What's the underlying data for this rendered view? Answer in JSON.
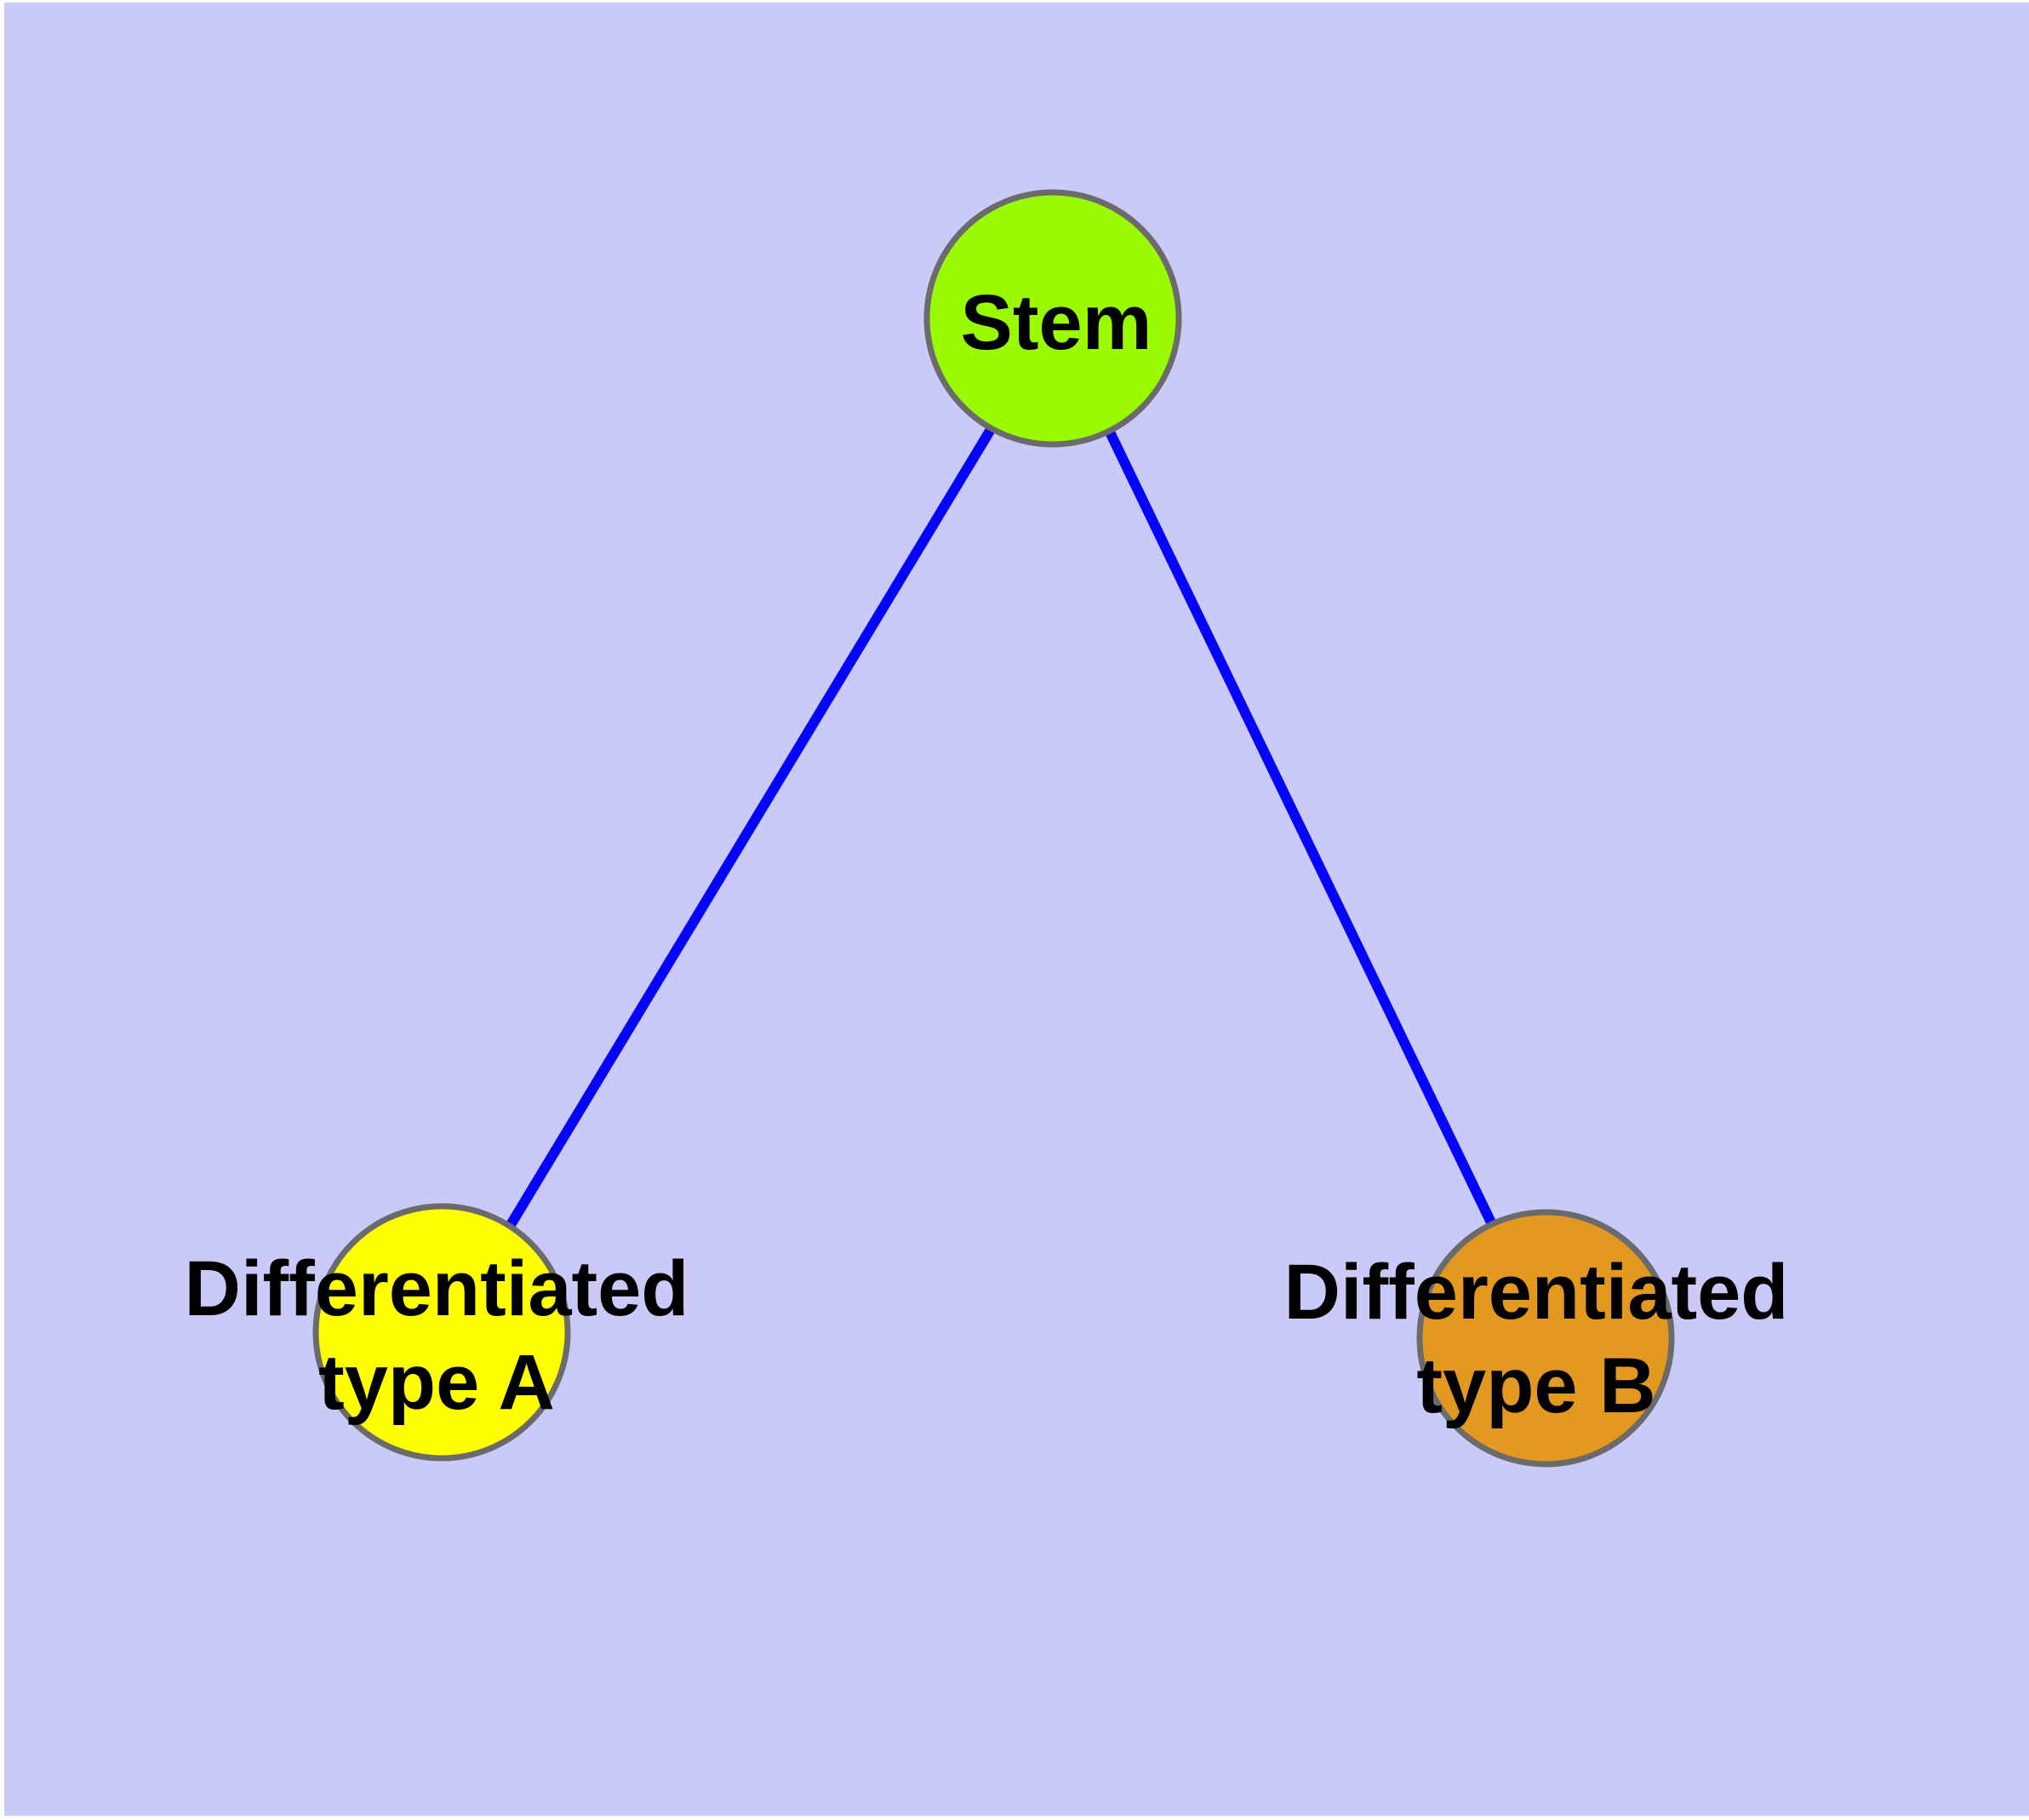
{
  "figure": {
    "type": "node-link-diagram",
    "background_color": "#CACAF8",
    "page_margin_color": "#FFFFFF",
    "edge_color": "#0404FD",
    "node_border_color": "#6B6B6B",
    "label_text_color": "#000000",
    "nodes": [
      {
        "id": "stem",
        "label": "Stem",
        "line1": "Stem",
        "fill": "#9AFB00"
      },
      {
        "id": "differentiated-type-a",
        "label": "Differentiated type A",
        "line1": "Differentiated",
        "line2": "type A",
        "fill": "#FFFF00"
      },
      {
        "id": "differentiated-type-b",
        "label": "Differentiated type B",
        "line1": "Differentiated",
        "line2": "type B",
        "fill": "#E3991F"
      }
    ],
    "edges": [
      {
        "from": "Stem",
        "to": "Differentiated type A"
      },
      {
        "from": "Stem",
        "to": "Differentiated type B"
      }
    ]
  }
}
